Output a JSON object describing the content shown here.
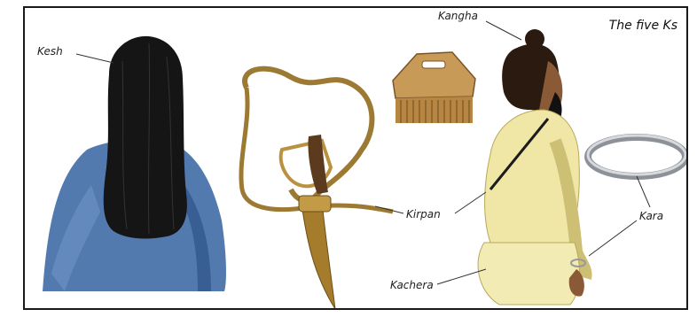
{
  "title": "The five Ks",
  "labels": {
    "kesh": "Kesh",
    "kangha": "Kangha",
    "kirpan": "Kirpan",
    "kara": "Kara",
    "kachera": "Kachera"
  },
  "colors": {
    "hair": "#141414",
    "shirt": "#3e6aa3",
    "gold": "#b9913f",
    "steel": "#a9adb3",
    "skin": "#8a5a36",
    "clothing": "#efe4a8"
  }
}
